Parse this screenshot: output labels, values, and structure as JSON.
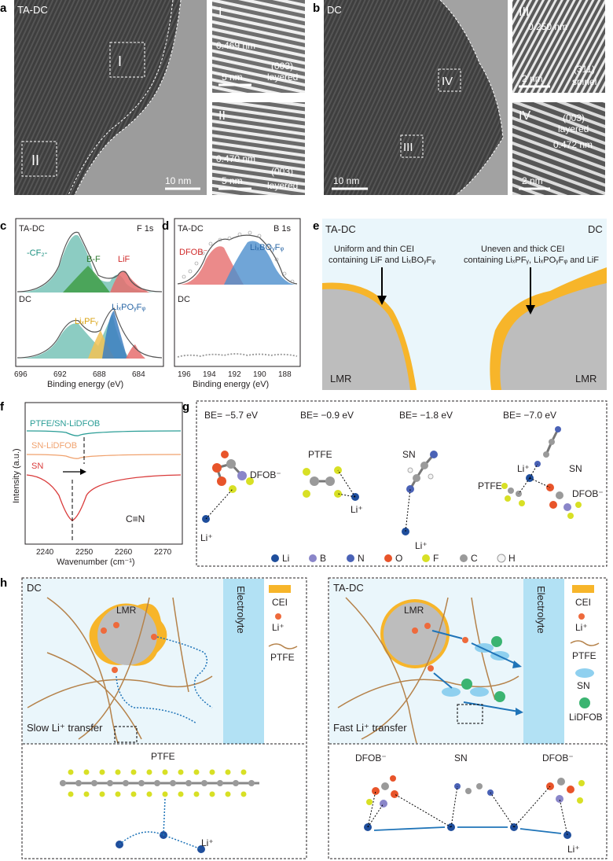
{
  "panels": {
    "a": {
      "label": "a",
      "sample": "TA-DC",
      "scale_main": "10 nm",
      "inset_I": {
        "roman": "I",
        "d": "0.469 nm",
        "scale": "5 nm",
        "plane": "(003)",
        "phase": "layered"
      },
      "inset_II": {
        "roman": "II",
        "d": "0.470 nm",
        "scale": "5 nm",
        "plane": "(003)",
        "phase": "layered"
      },
      "box1": "I",
      "box2": "II"
    },
    "b": {
      "label": "b",
      "sample": "DC",
      "scale_main": "10 nm",
      "inset_III": {
        "roman": "III",
        "d": "0.250 nm",
        "scale": "2 nm",
        "plane": "(311)",
        "phase": "spinel"
      },
      "inset_IV": {
        "roman": "IV",
        "d": "0.472 nm",
        "scale": "2 nm",
        "plane": "(003)",
        "phase": "layered"
      },
      "box3": "III",
      "box4": "IV"
    },
    "c": {
      "label": "c",
      "top": "TA-DC",
      "core": "F 1s",
      "bottom": "DC",
      "peaks_top": [
        "-CF₂-",
        "B-F",
        "LiF"
      ],
      "peaks_bottom": [
        "LiₓPFᵧ",
        "LiₓPOᵧFᵩ"
      ],
      "xlabel": "Binding energy (eV)",
      "ticks": [
        "696",
        "692",
        "688",
        "684"
      ]
    },
    "d": {
      "label": "d",
      "top": "TA-DC",
      "core": "B 1s",
      "bottom": "DC",
      "peaks": [
        "DFOB⁻",
        "LiₓBOᵧFᵩ"
      ],
      "xlabel": "Binding energy (eV)",
      "ticks": [
        "196",
        "194",
        "192",
        "190",
        "188"
      ]
    },
    "e": {
      "label": "e",
      "left": "TA-DC",
      "right": "DC",
      "left_note1": "Uniform and thin CEI",
      "left_note2": "containing LiF and LiₓBOᵧFᵩ",
      "right_note1": "Uneven and thick CEI",
      "right_note2": "containing LiₓPFᵧ, LiₓPOᵧFᵩ and LiF",
      "lmr_left": "LMR",
      "lmr_right": "LMR"
    },
    "f": {
      "label": "f",
      "traces": [
        "PTFE/SN-LiDFOB",
        "SN-LiDFOB",
        "SN"
      ],
      "bond": "C≡N",
      "ylabel": "Intensity (a.u.)",
      "xlabel": "Wavenumber (cm⁻¹)",
      "ticks": [
        "2240",
        "2250",
        "2260",
        "2270"
      ]
    },
    "g": {
      "label": "g",
      "energies": [
        "BE= −5.7 eV",
        "BE= −0.9 eV",
        "BE= −1.8 eV",
        "BE= −7.0 eV"
      ],
      "mol_labels": [
        "DFOB⁻",
        "PTFE",
        "SN",
        "Li⁺"
      ],
      "legend": [
        {
          "name": "Li",
          "color": "#1f4e9c"
        },
        {
          "name": "B",
          "color": "#8a86c9"
        },
        {
          "name": "N",
          "color": "#4a62b6"
        },
        {
          "name": "O",
          "color": "#e8542a"
        },
        {
          "name": "F",
          "color": "#d8e025"
        },
        {
          "name": "C",
          "color": "#9a9a9a"
        },
        {
          "name": "H",
          "color": "#f4f4f4"
        }
      ]
    },
    "h": {
      "label": "h",
      "left": {
        "title": "DC",
        "core": "LMR",
        "electrolyte": "Electrolyte",
        "caption": "Slow Li⁺ transfer",
        "legend": [
          "CEI",
          "Li⁺",
          "PTFE"
        ],
        "zoom_label": "PTFE",
        "ion": "Li⁺"
      },
      "right": {
        "title": "TA-DC",
        "core": "LMR",
        "electrolyte": "Electrolyte",
        "caption": "Fast Li⁺ transfer",
        "legend": [
          "CEI",
          "Li⁺",
          "PTFE",
          "SN",
          "LiDFOB"
        ],
        "zoom_labels": [
          "DFOB⁻",
          "SN",
          "DFOB⁻"
        ],
        "ion": "Li⁺"
      }
    },
    "colors": {
      "cei": "#f7b52a",
      "electrolyte": "#b2e1f4",
      "lmr": "#bdbdbd",
      "li_ion": "#ee6a3c",
      "arrow": "#1f74b8",
      "ptfe": "#b5824a"
    }
  }
}
